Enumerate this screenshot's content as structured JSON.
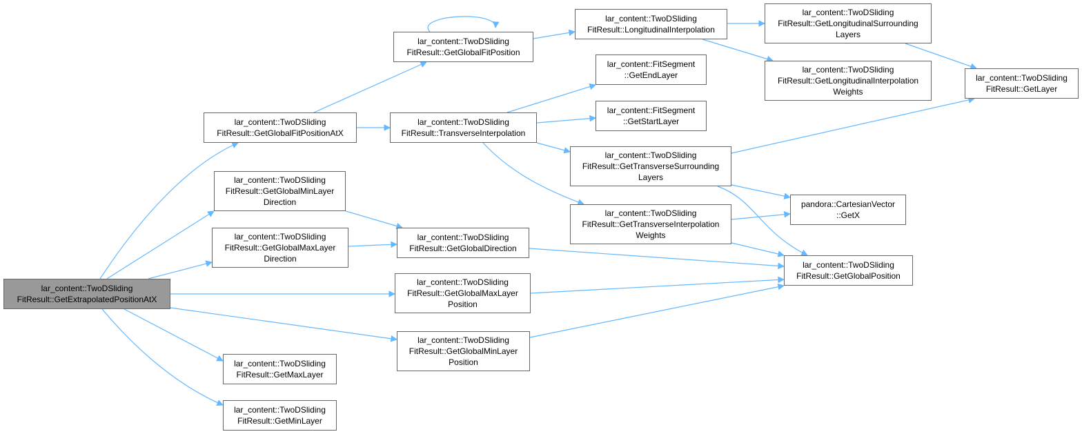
{
  "graph": {
    "nodes": {
      "root": {
        "lines": [
          "lar_content::TwoDSliding",
          "FitResult::GetExtrapolatedPositionAtX"
        ]
      },
      "gfpax": {
        "lines": [
          "lar_content::TwoDSliding",
          "FitResult::GetGlobalFitPositionAtX"
        ]
      },
      "gminld": {
        "lines": [
          "lar_content::TwoDSliding",
          "FitResult::GetGlobalMinLayer",
          "Direction"
        ]
      },
      "gmaxld": {
        "lines": [
          "lar_content::TwoDSliding",
          "FitResult::GetGlobalMaxLayer",
          "Direction"
        ]
      },
      "maxl": {
        "lines": [
          "lar_content::TwoDSliding",
          "FitResult::GetMaxLayer"
        ]
      },
      "minl": {
        "lines": [
          "lar_content::TwoDSliding",
          "FitResult::GetMinLayer"
        ]
      },
      "gfp": {
        "lines": [
          "lar_content::TwoDSliding",
          "FitResult::GetGlobalFitPosition"
        ]
      },
      "ti": {
        "lines": [
          "lar_content::TwoDSliding",
          "FitResult::TransverseInterpolation"
        ]
      },
      "gdir": {
        "lines": [
          "lar_content::TwoDSliding",
          "FitResult::GetGlobalDirection"
        ]
      },
      "gmaxlp": {
        "lines": [
          "lar_content::TwoDSliding",
          "FitResult::GetGlobalMaxLayer",
          "Position"
        ]
      },
      "gminlp": {
        "lines": [
          "lar_content::TwoDSliding",
          "FitResult::GetGlobalMinLayer",
          "Position"
        ]
      },
      "li": {
        "lines": [
          "lar_content::TwoDSliding",
          "FitResult::LongitudinalInterpolation"
        ]
      },
      "fsend": {
        "lines": [
          "lar_content::FitSegment",
          "::GetEndLayer"
        ]
      },
      "fsstart": {
        "lines": [
          "lar_content::FitSegment",
          "::GetStartLayer"
        ]
      },
      "gtsl": {
        "lines": [
          "lar_content::TwoDSliding",
          "FitResult::GetTransverseSurrounding",
          "Layers"
        ]
      },
      "gtiw": {
        "lines": [
          "lar_content::TwoDSliding",
          "FitResult::GetTransverseInterpolation",
          "Weights"
        ]
      },
      "glsl": {
        "lines": [
          "lar_content::TwoDSliding",
          "FitResult::GetLongitudinalSurrounding",
          "Layers"
        ]
      },
      "gliw": {
        "lines": [
          "lar_content::TwoDSliding",
          "FitResult::GetLongitudinalInterpolation",
          "Weights"
        ]
      },
      "cvx": {
        "lines": [
          "pandora::CartesianVector",
          "::GetX"
        ]
      },
      "gpos": {
        "lines": [
          "lar_content::TwoDSliding",
          "FitResult::GetGlobalPosition"
        ]
      },
      "glayer": {
        "lines": [
          "lar_content::TwoDSliding",
          "FitResult::GetLayer"
        ]
      }
    },
    "edges": [
      [
        "root",
        "gfpax"
      ],
      [
        "root",
        "gminld"
      ],
      [
        "root",
        "gmaxld"
      ],
      [
        "root",
        "gmaxlp"
      ],
      [
        "root",
        "gminlp"
      ],
      [
        "root",
        "maxl"
      ],
      [
        "root",
        "minl"
      ],
      [
        "gfpax",
        "gfp"
      ],
      [
        "gfpax",
        "ti"
      ],
      [
        "gfp",
        "gfp"
      ],
      [
        "gfp",
        "li"
      ],
      [
        "li",
        "glsl"
      ],
      [
        "li",
        "gliw"
      ],
      [
        "glsl",
        "glayer"
      ],
      [
        "ti",
        "fsend"
      ],
      [
        "ti",
        "fsstart"
      ],
      [
        "ti",
        "gtsl"
      ],
      [
        "ti",
        "gtiw"
      ],
      [
        "gtsl",
        "glayer"
      ],
      [
        "gtsl",
        "cvx"
      ],
      [
        "gtsl",
        "gpos"
      ],
      [
        "gtiw",
        "cvx"
      ],
      [
        "gtiw",
        "gpos"
      ],
      [
        "gminld",
        "gdir"
      ],
      [
        "gmaxld",
        "gdir"
      ],
      [
        "gdir",
        "gpos"
      ],
      [
        "gmaxlp",
        "gpos"
      ],
      [
        "gminlp",
        "gpos"
      ]
    ],
    "colors": {
      "edge": "#63b8ff",
      "node_border": "#666666",
      "root_fill": "#999999",
      "node_fill": "#ffffff"
    }
  }
}
